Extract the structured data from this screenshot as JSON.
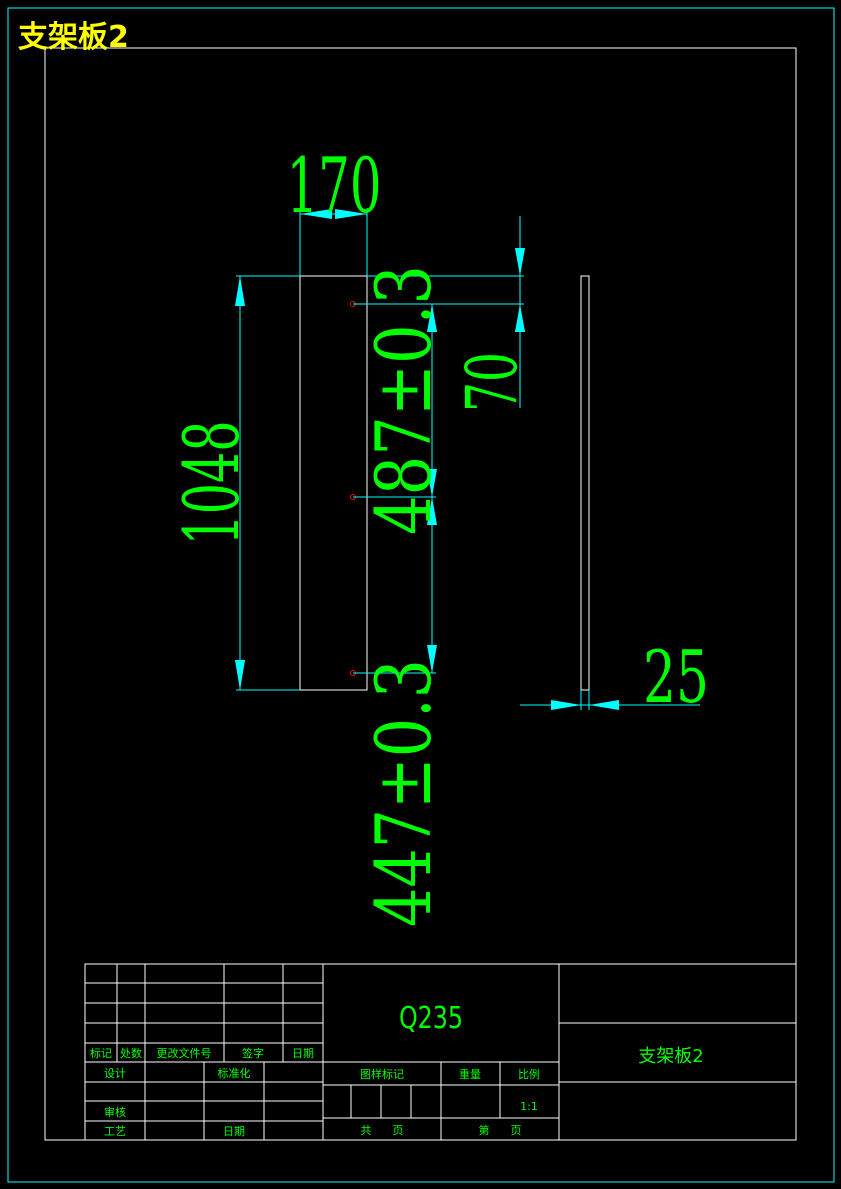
{
  "drawing": {
    "title": "支架板2",
    "dims": {
      "width": "170",
      "height": "1048",
      "hole_top_offset": "70",
      "hole_spacing_1": "487±0.3",
      "hole_spacing_2": "447±0.3",
      "thickness": "25"
    }
  },
  "title_block": {
    "material": "Q235",
    "part_name": "支架板2",
    "scale": "1:1",
    "rev_headers": [
      "标记",
      "处数",
      "更改文件号",
      "签字",
      "日期"
    ],
    "labels": {
      "design": "设计",
      "standardize": "标准化",
      "review": "审核",
      "process": "工艺",
      "date": "日期",
      "drawing_mark": "图样标记",
      "weight": "重量",
      "scale_label": "比例",
      "total": "共",
      "sheet_unit": "页",
      "sheet_no": "第"
    }
  },
  "colors": {
    "background": "#000000",
    "dimension_text": "#00ff00",
    "dimension_line": "#00ffff",
    "outline": "#ffffff",
    "title": "#ffff00",
    "hole_marker": "#ff0000"
  }
}
